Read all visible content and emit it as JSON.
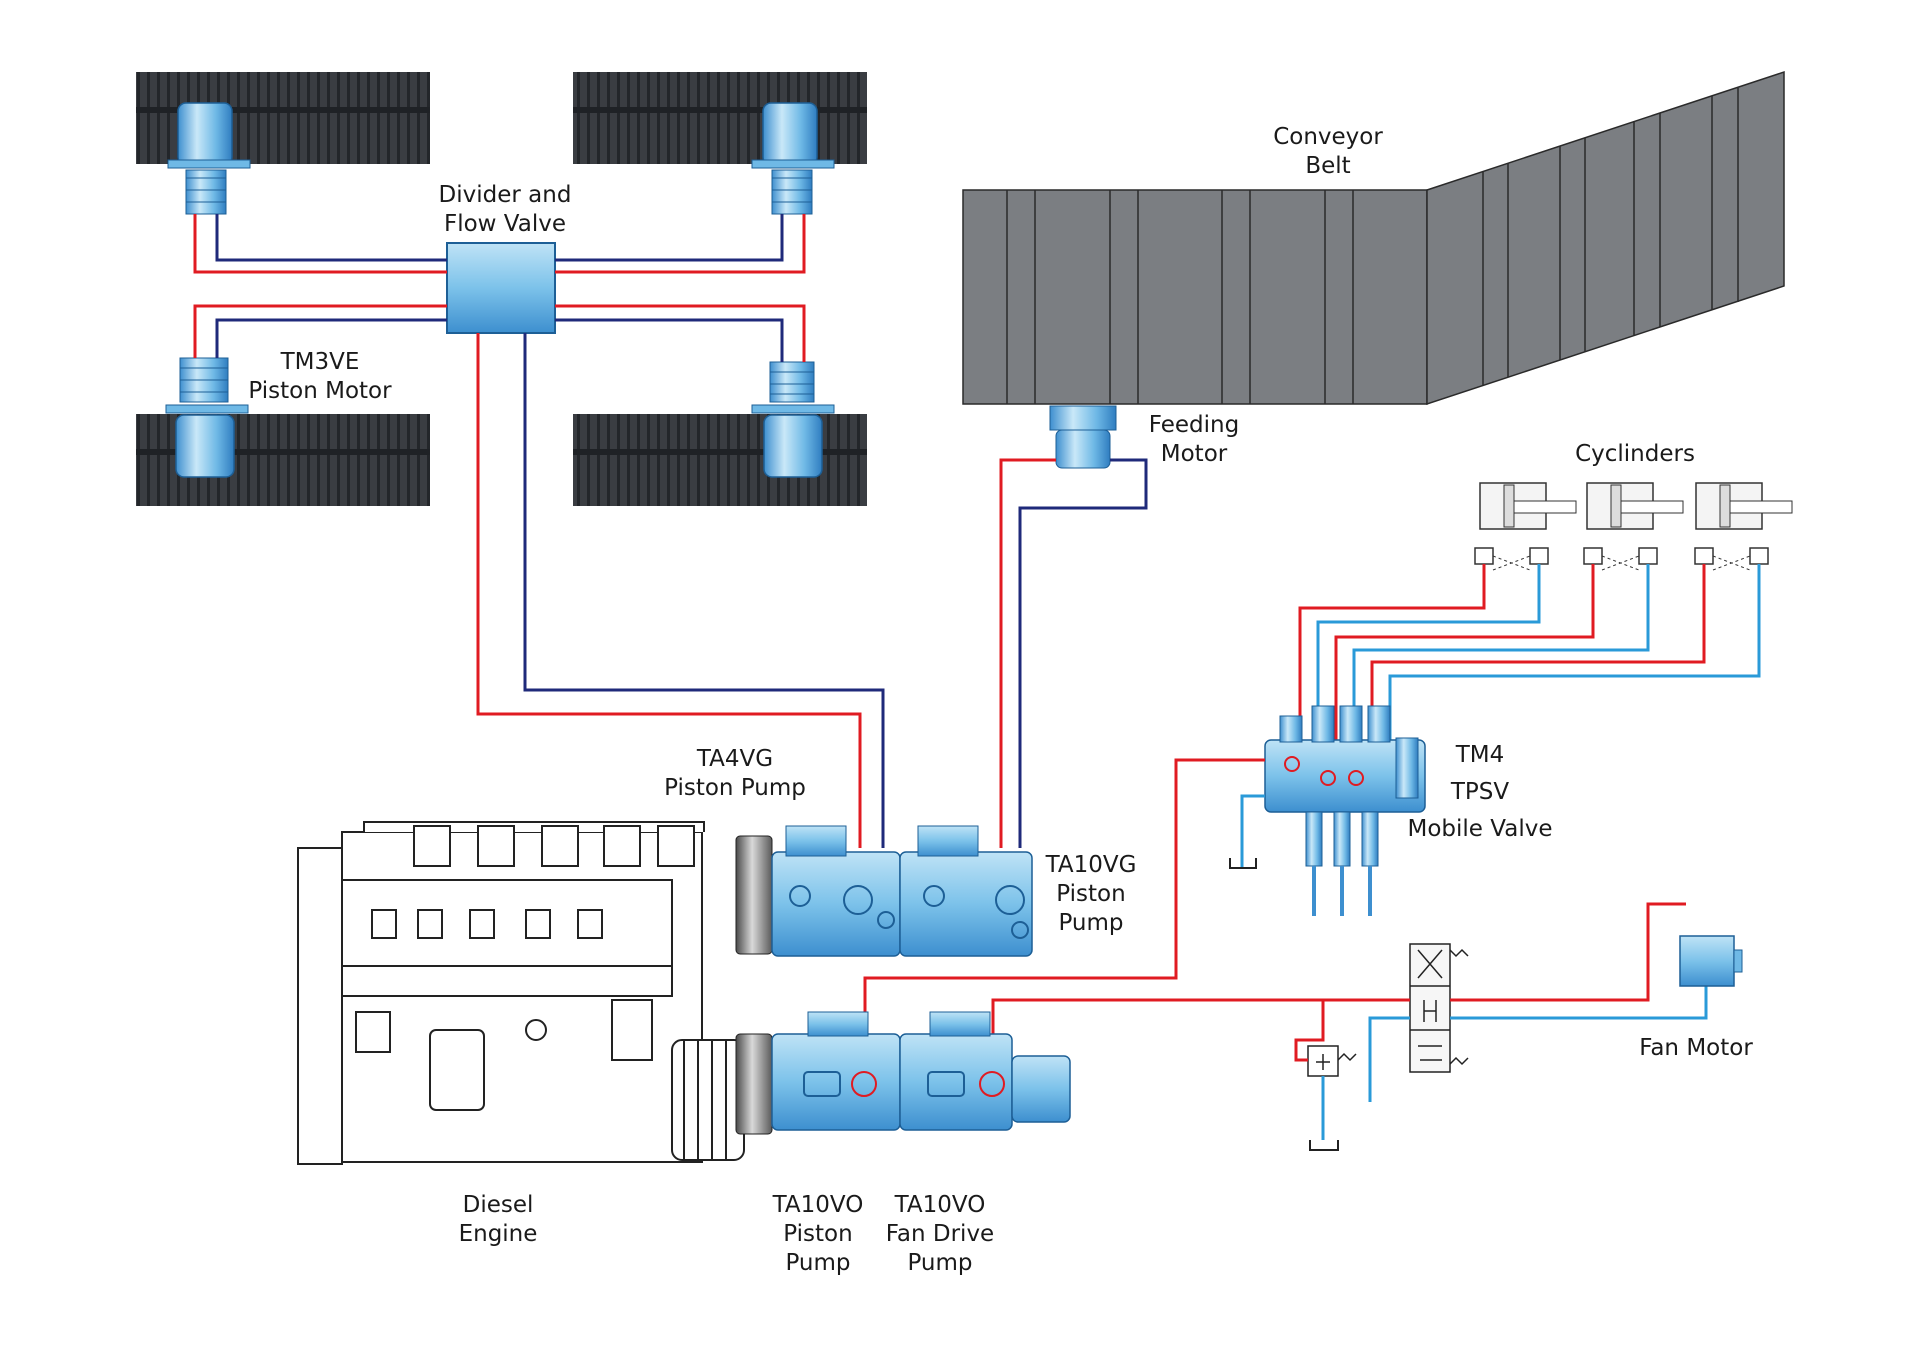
{
  "labels": {
    "divider_valve": [
      "Divider and",
      "Flow Valve"
    ],
    "track_motor": [
      "TM3VE",
      "Piston Motor"
    ],
    "conveyor": [
      "Conveyor",
      "Belt"
    ],
    "feeding_motor": [
      "Feeding",
      "Motor"
    ],
    "cylinders": "Cyclinders",
    "mobile_valve": [
      "TM4",
      "TPSV",
      "Mobile Valve"
    ],
    "ta4vg_pump": [
      "TA4VG",
      "Piston Pump"
    ],
    "ta10vg_pump": [
      "TA10VG",
      "Piston",
      "Pump"
    ],
    "fan_motor": "Fan Motor",
    "diesel_engine": [
      "Diesel",
      "Engine"
    ],
    "ta10vo_piston": [
      "TA10VO",
      "Piston",
      "Pump"
    ],
    "ta10vo_fan": [
      "TA10VO",
      "Fan Drive",
      "Pump"
    ]
  },
  "colors": {
    "pressure_line": "#e01b22",
    "return_line_dark": "#1f2a7a",
    "return_line_light": "#2a9ad8",
    "component_blue": "#6fb9e6",
    "track_dark": "#3a3d42",
    "conveyor_gray": "#7b7e82"
  },
  "icons": [
    "track-icon",
    "piston-motor-icon",
    "valve-block-icon",
    "pump-icon",
    "cylinder-icon",
    "engine-icon",
    "fan-motor-icon",
    "tank-symbol-icon",
    "directional-valve-icon",
    "relief-valve-icon"
  ]
}
